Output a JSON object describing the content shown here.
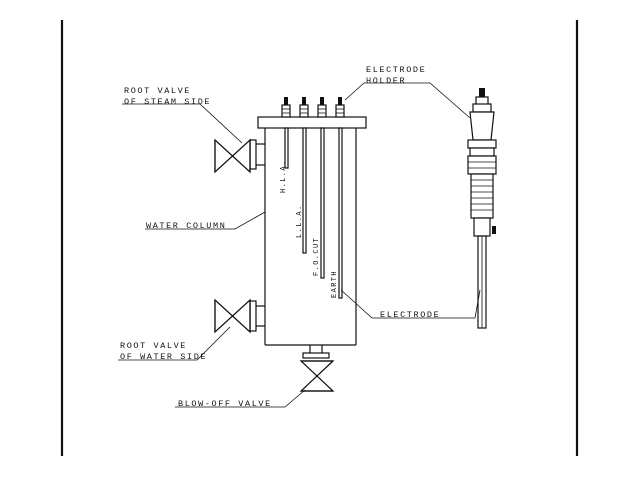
{
  "labels": {
    "root_valve_steam_line1": "ROOT VALVE",
    "root_valve_steam_line2": "OF STEAM SIDE",
    "electrode_holder_line1": "ELECTRODE",
    "electrode_holder_line2": "HOLDER",
    "water_column": "WATER COLUMN",
    "root_valve_water_line1": "ROOT VALVE",
    "root_valve_water_line2": "OF WATER SIDE",
    "blow_off_valve": "BLOW-OFF VALVE",
    "electrode": "ELECTRODE",
    "hla": "H.L.A.",
    "lla": "L.L.A.",
    "fo_cut": "F.O.CUT",
    "earth": "EARTH"
  }
}
